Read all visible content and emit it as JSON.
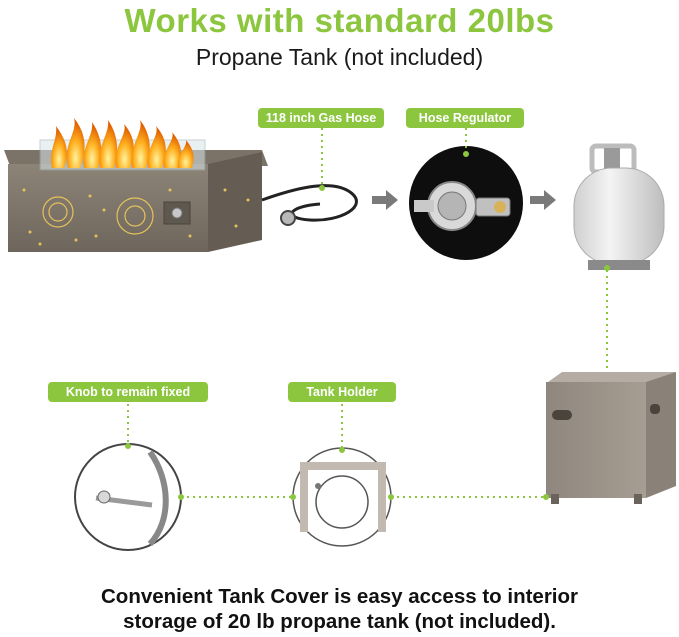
{
  "header": {
    "headline": "Works with standard 20lbs",
    "subhead": "Propane Tank (not included)"
  },
  "labels": {
    "gas_hose": "118 inch Gas Hose",
    "regulator": "Hose Regulator",
    "knob": "Knob to remain fixed",
    "tank_holder": "Tank Holder"
  },
  "footer": {
    "line1": "Convenient Tank Cover is easy access to interior",
    "line2": "storage of 20 lb propane tank (not included)."
  },
  "colors": {
    "accent_green": "#8cc63f",
    "text_dark": "#111111",
    "connector": "#8cc63f"
  },
  "icons": {
    "flow_arrow": "right-arrow-icon"
  }
}
